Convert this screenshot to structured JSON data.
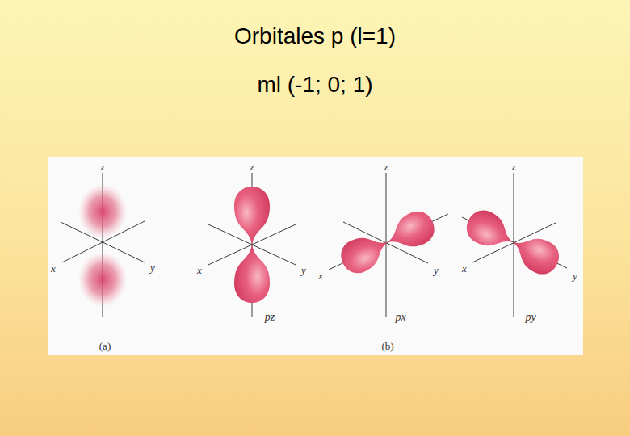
{
  "diagram": {
    "title": "Orbitales p (l=1) ml (-1; 0; 1)",
    "labels": [
      "z",
      "z",
      "z",
      "z",
      "x",
      "y",
      "x",
      "y",
      "x",
      "y",
      "x",
      "y",
      "pz",
      "px",
      "py",
      "(a)",
      "(b)"
    ]
  }
}
